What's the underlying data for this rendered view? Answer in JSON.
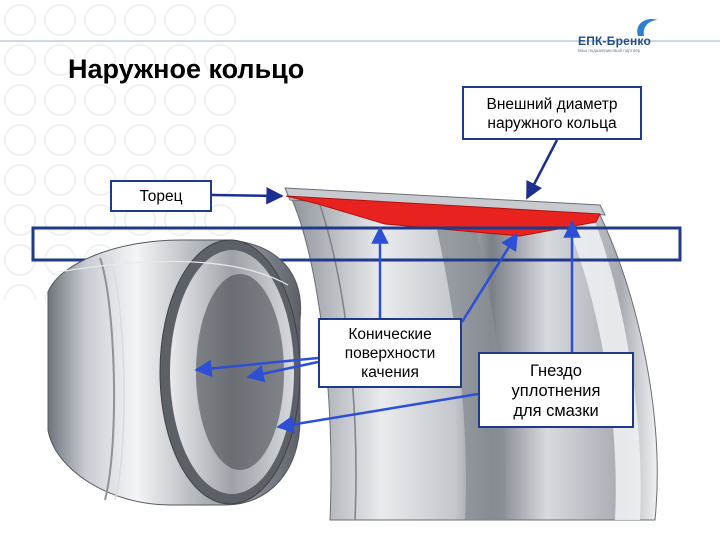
{
  "title": "Наружное кольцо",
  "logo": {
    "name": "ЕПК-Бренко",
    "tagline": "Ваш подшипниковый партнёр"
  },
  "labels": {
    "outer_diameter": [
      "Внешний диаметр",
      "наружного кольца"
    ],
    "face": [
      "Торец"
    ],
    "conical": [
      "Конические",
      "поверхности",
      "качения"
    ],
    "seal": [
      "Гнездо",
      "уплотнения",
      "для смазки"
    ]
  },
  "colors": {
    "frame": "#1f3a8a",
    "highlight": "#e8231f",
    "arrow": "#2c4fd6"
  }
}
